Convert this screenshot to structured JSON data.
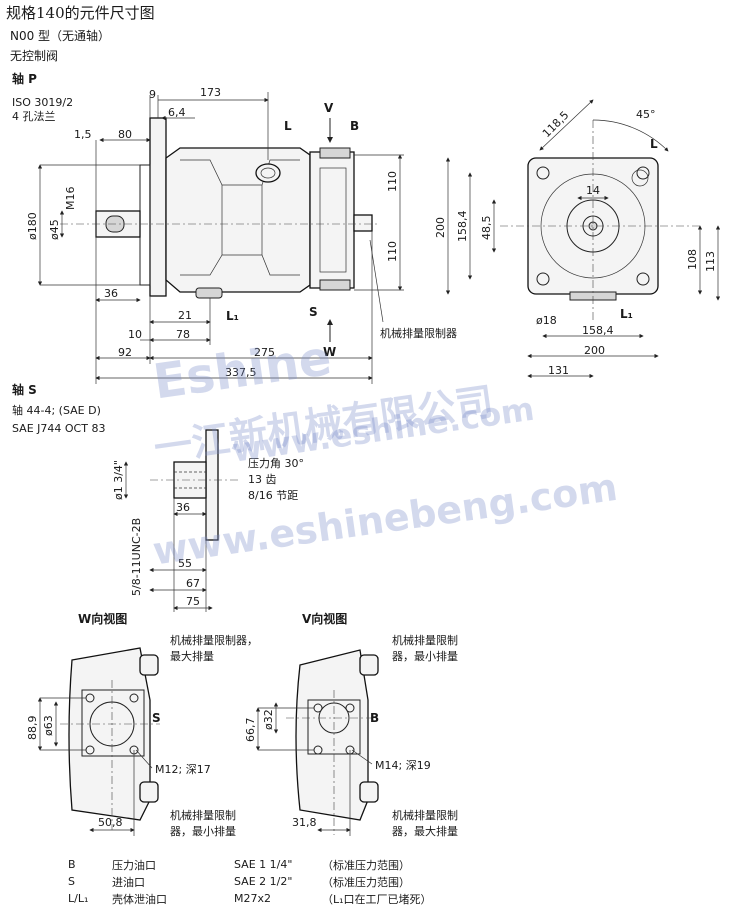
{
  "header": {
    "title": "规格140的元件尺寸图",
    "variant": "N00 型（无通轴）",
    "control": "无控制阀"
  },
  "shaft_p": {
    "label": "轴 P",
    "flange_std": "ISO 3019/2",
    "flange_desc": "4 孔法兰"
  },
  "shaft_s": {
    "label": "轴 S",
    "spline": "轴 44-4; (SAE D)",
    "standard": "SAE J744 OCT 83",
    "pressure_angle": "压力角 30°",
    "teeth": "13 齿",
    "pitch": "8/16 节距"
  },
  "ports_labels": {
    "B": "B",
    "V": "V",
    "L": "L",
    "L1": "L₁",
    "S": "S",
    "W": "W",
    "limiter": "机械排量限制器"
  },
  "dims_side": {
    "d9": "9",
    "d173": "173",
    "d6_4": "6,4",
    "d1_5": "1,5",
    "d80": "80",
    "d180": "ø180",
    "d45": "ø45",
    "m16": "M16",
    "d36": "36",
    "d21": "21",
    "d10": "10",
    "d78": "78",
    "d92": "92",
    "d275": "275",
    "d337_5": "337,5",
    "d110a": "110",
    "d110b": "110"
  },
  "dims_front": {
    "d118_5": "118,5",
    "d45deg": "45°",
    "d200v": "200",
    "d158_4v": "158,4",
    "d48_5": "48,5",
    "d14": "14",
    "d18": "ø18",
    "d158_4h": "158,4",
    "d200h": "200",
    "d131": "131",
    "d108": "108",
    "d113": "113"
  },
  "dims_shaft_s": {
    "d1_34": "ø1 3/4\"",
    "unc": "5/8-11UNC-2B",
    "d36": "36",
    "d55": "55",
    "d67": "67",
    "d75": "75"
  },
  "view_w": {
    "title": "W向视图",
    "note_top": "机械排量限制器，最大排量",
    "note_top_l1": "机械排量限制器，",
    "note_top_l2": "最大排量",
    "note_bot_l1": "机械排量限制",
    "note_bot_l2": "器，最小排量",
    "port": "S",
    "d88_9": "88,9",
    "d63": "ø63",
    "thread": "M12; 深17",
    "d50_8": "50,8"
  },
  "view_v": {
    "title": "V向视图",
    "note_top_l1": "机械排量限制",
    "note_top_l2": "器，最小排量",
    "note_bot_l1": "机械排量限制",
    "note_bot_l2": "器，最大排量",
    "port": "B",
    "d66_7": "66,7",
    "d32": "ø32",
    "thread": "M14; 深19",
    "d31_8": "31,8"
  },
  "legend": [
    {
      "code": "B",
      "name": "压力油口",
      "size": "SAE 1 1/4\"",
      "note": "（标准压力范围）"
    },
    {
      "code": "S",
      "name": "进油口",
      "size": "SAE 2 1/2\"",
      "note": "（标准压力范围）"
    },
    {
      "code": "L/L₁",
      "name": "壳体泄油口",
      "size": "M27x2",
      "note": "（L₁口在工厂已堵死）"
    }
  ],
  "watermark": {
    "logo": "Eshine",
    "company": "一江新机械有限公司",
    "url1": "www.eshine.com",
    "url2": "www.eshinebeng.com"
  }
}
